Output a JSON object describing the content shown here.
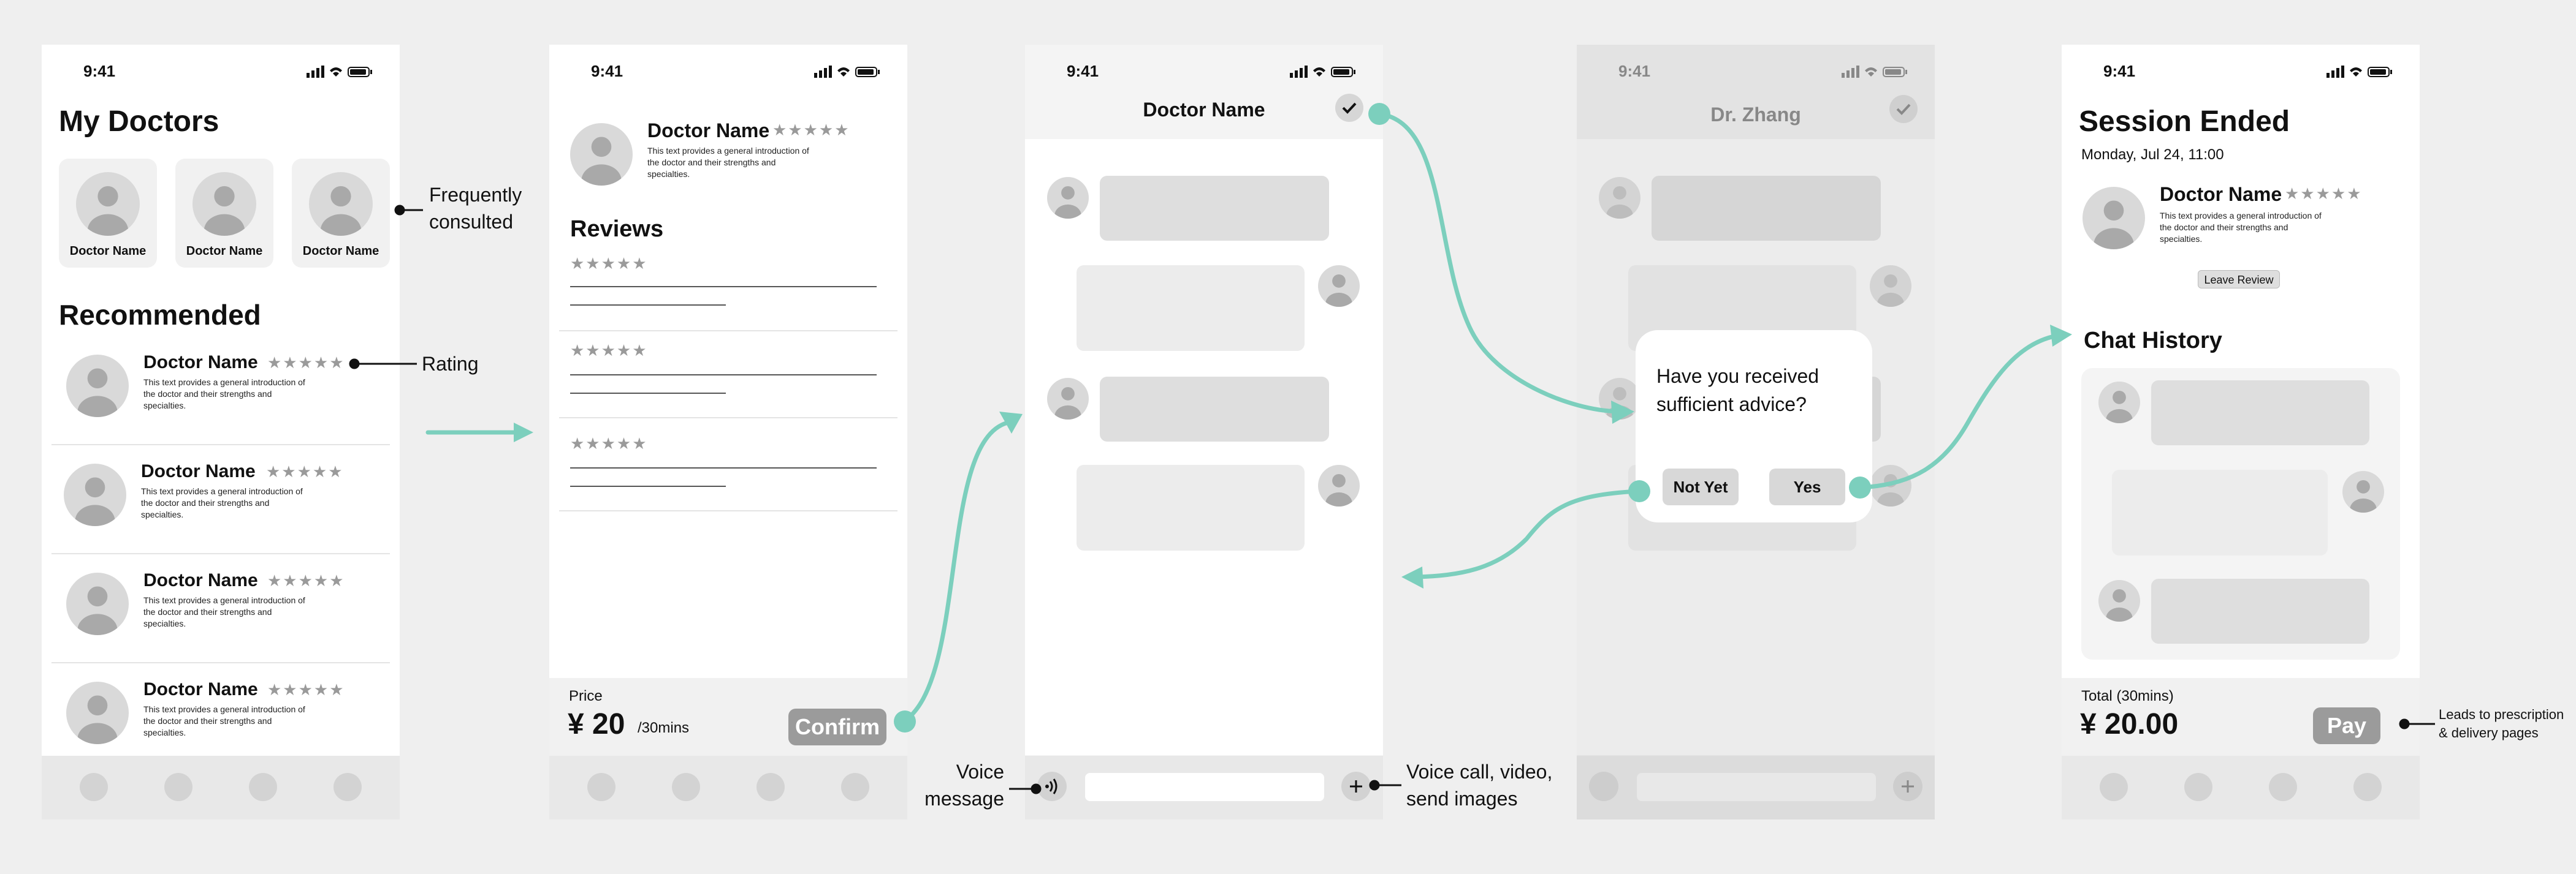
{
  "status_time": "9:41",
  "screen1": {
    "title": "My Doctors",
    "frequent_doctors": [
      "Doctor Name",
      "Doctor Name",
      "Doctor Name"
    ],
    "section": "Recommended",
    "doctors": [
      {
        "name": "Doctor Name",
        "stars": "★★★★★",
        "desc": "This text provides a general introduction of the doctor and their strengths and specialties."
      },
      {
        "name": "Doctor Name",
        "stars": "★★★★★",
        "desc": "This text provides a general introduction of the doctor and their strengths and specialties."
      },
      {
        "name": "Doctor Name",
        "stars": "★★★★★",
        "desc": "This text provides a general introduction of the doctor and their strengths and specialties."
      },
      {
        "name": "Doctor Name",
        "stars": "★★★★★",
        "desc": "This text provides a general introduction of the doctor and their strengths and specialties."
      }
    ]
  },
  "screen2": {
    "doctor_name": "Doctor Name",
    "stars": "★★★★★",
    "desc": "This text provides a general introduction of the doctor and their strengths and specialties.",
    "reviews_title": "Reviews",
    "review_stars": [
      "★★★★★",
      "★★★★★",
      "★★★★★"
    ],
    "price_label": "Price",
    "price_value": "¥ 20",
    "price_unit": "/30mins",
    "confirm": "Confirm"
  },
  "screen3": {
    "title": "Doctor Name"
  },
  "screen4": {
    "title": "Dr. Zhang",
    "dialog_text": "Have you received sufficient advice?",
    "not_yet": "Not Yet",
    "yes": "Yes"
  },
  "screen5": {
    "title": "Session Ended",
    "date": "Monday, Jul 24, 11:00",
    "doctor_name": "Doctor Name",
    "stars": "★★★★★",
    "desc": "This text provides a general introduction of the doctor and their strengths and specialties.",
    "leave_review": "Leave Review",
    "chat_history": "Chat History",
    "total_label": "Total (30mins)",
    "total_value": "¥ 20.00",
    "pay": "Pay"
  },
  "annotations": {
    "frequently": "Frequently",
    "consulted": "consulted",
    "rating": "Rating",
    "voice1": "Voice",
    "voice2": "message",
    "call1": "Voice call, video,",
    "call2": "send images",
    "leads1": "Leads to prescription",
    "leads2": "& delivery pages"
  },
  "colors": {
    "accent": "#7ccfbd",
    "screen_bg": "#ffffff",
    "tabbar": "#e8e8e8",
    "placeholder": "#d9d9d9"
  }
}
